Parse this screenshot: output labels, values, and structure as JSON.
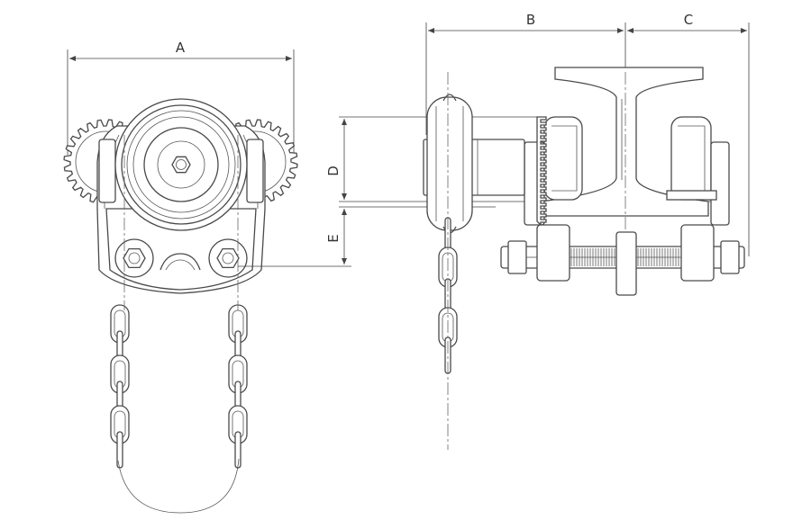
{
  "dimensions": {
    "a": "A",
    "b": "B",
    "c": "C",
    "d": "D",
    "e": "E"
  },
  "colors": {
    "line": "#4a4a4a",
    "background": "#ffffff"
  }
}
